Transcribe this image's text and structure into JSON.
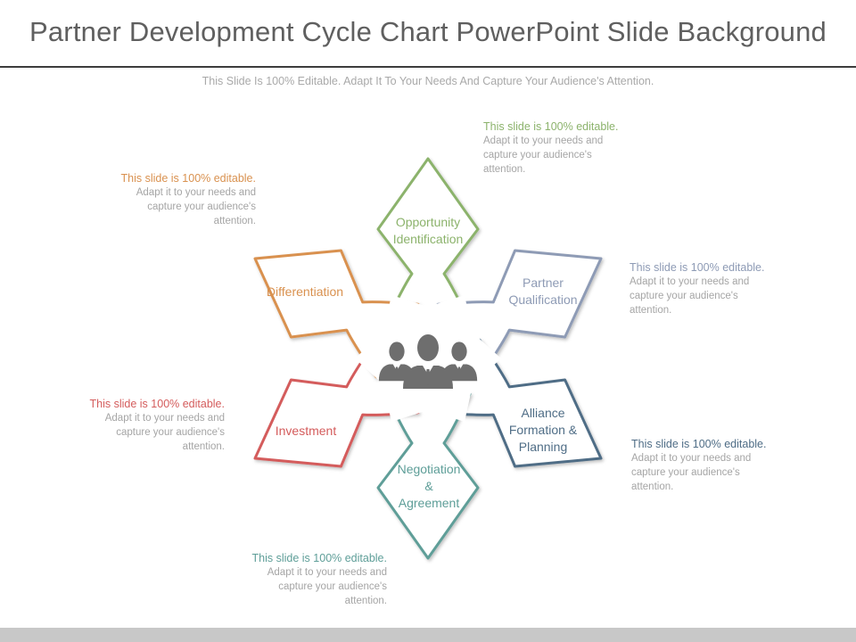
{
  "header": {
    "title": "Partner Development Cycle Chart PowerPoint Slide Background",
    "subtitle": "This Slide Is 100% Editable. Adapt It To Your Needs And Capture Your Audience's Attention."
  },
  "colors": {
    "opportunity": "#8cb36c",
    "qualification": "#8e9bb5",
    "alliance": "#4f6d86",
    "negotiation": "#5e9e98",
    "investment": "#d45c5c",
    "differentiation": "#d9914f",
    "center_icon": "#6e6e6e"
  },
  "center_icon": "people-group-icon",
  "stages": [
    {
      "id": "opportunity",
      "lines": [
        "Opportunity",
        "Identification"
      ],
      "callout": {
        "head": "This slide is 100% editable.",
        "body": "Adapt it to your needs and\ncapture your audience's\nattention."
      }
    },
    {
      "id": "qualification",
      "lines": [
        "Partner",
        "Qualification"
      ],
      "callout": {
        "head": "This slide is 100% editable.",
        "body": "Adapt it to your needs and\ncapture your audience's\nattention."
      }
    },
    {
      "id": "alliance",
      "lines": [
        "Alliance",
        "Formation &",
        "Planning"
      ],
      "callout": {
        "head": "This slide is 100% editable.",
        "body": "Adapt it to your needs and\ncapture your audience's\nattention."
      }
    },
    {
      "id": "negotiation",
      "lines": [
        "Negotiation",
        "&",
        "Agreement"
      ],
      "callout": {
        "head": "This slide is 100% editable.",
        "body": "Adapt it to your needs and\ncapture your audience's\nattention."
      }
    },
    {
      "id": "investment",
      "lines": [
        "Investment"
      ],
      "callout": {
        "head": "This slide is 100% editable.",
        "body": "Adapt it to your needs and\ncapture your audience's\nattention."
      }
    },
    {
      "id": "differentiation",
      "lines": [
        "Differentiation"
      ],
      "callout": {
        "head": "This slide is 100% editable.",
        "body": "Adapt it to your needs and\ncapture your audience's\nattention."
      }
    }
  ]
}
